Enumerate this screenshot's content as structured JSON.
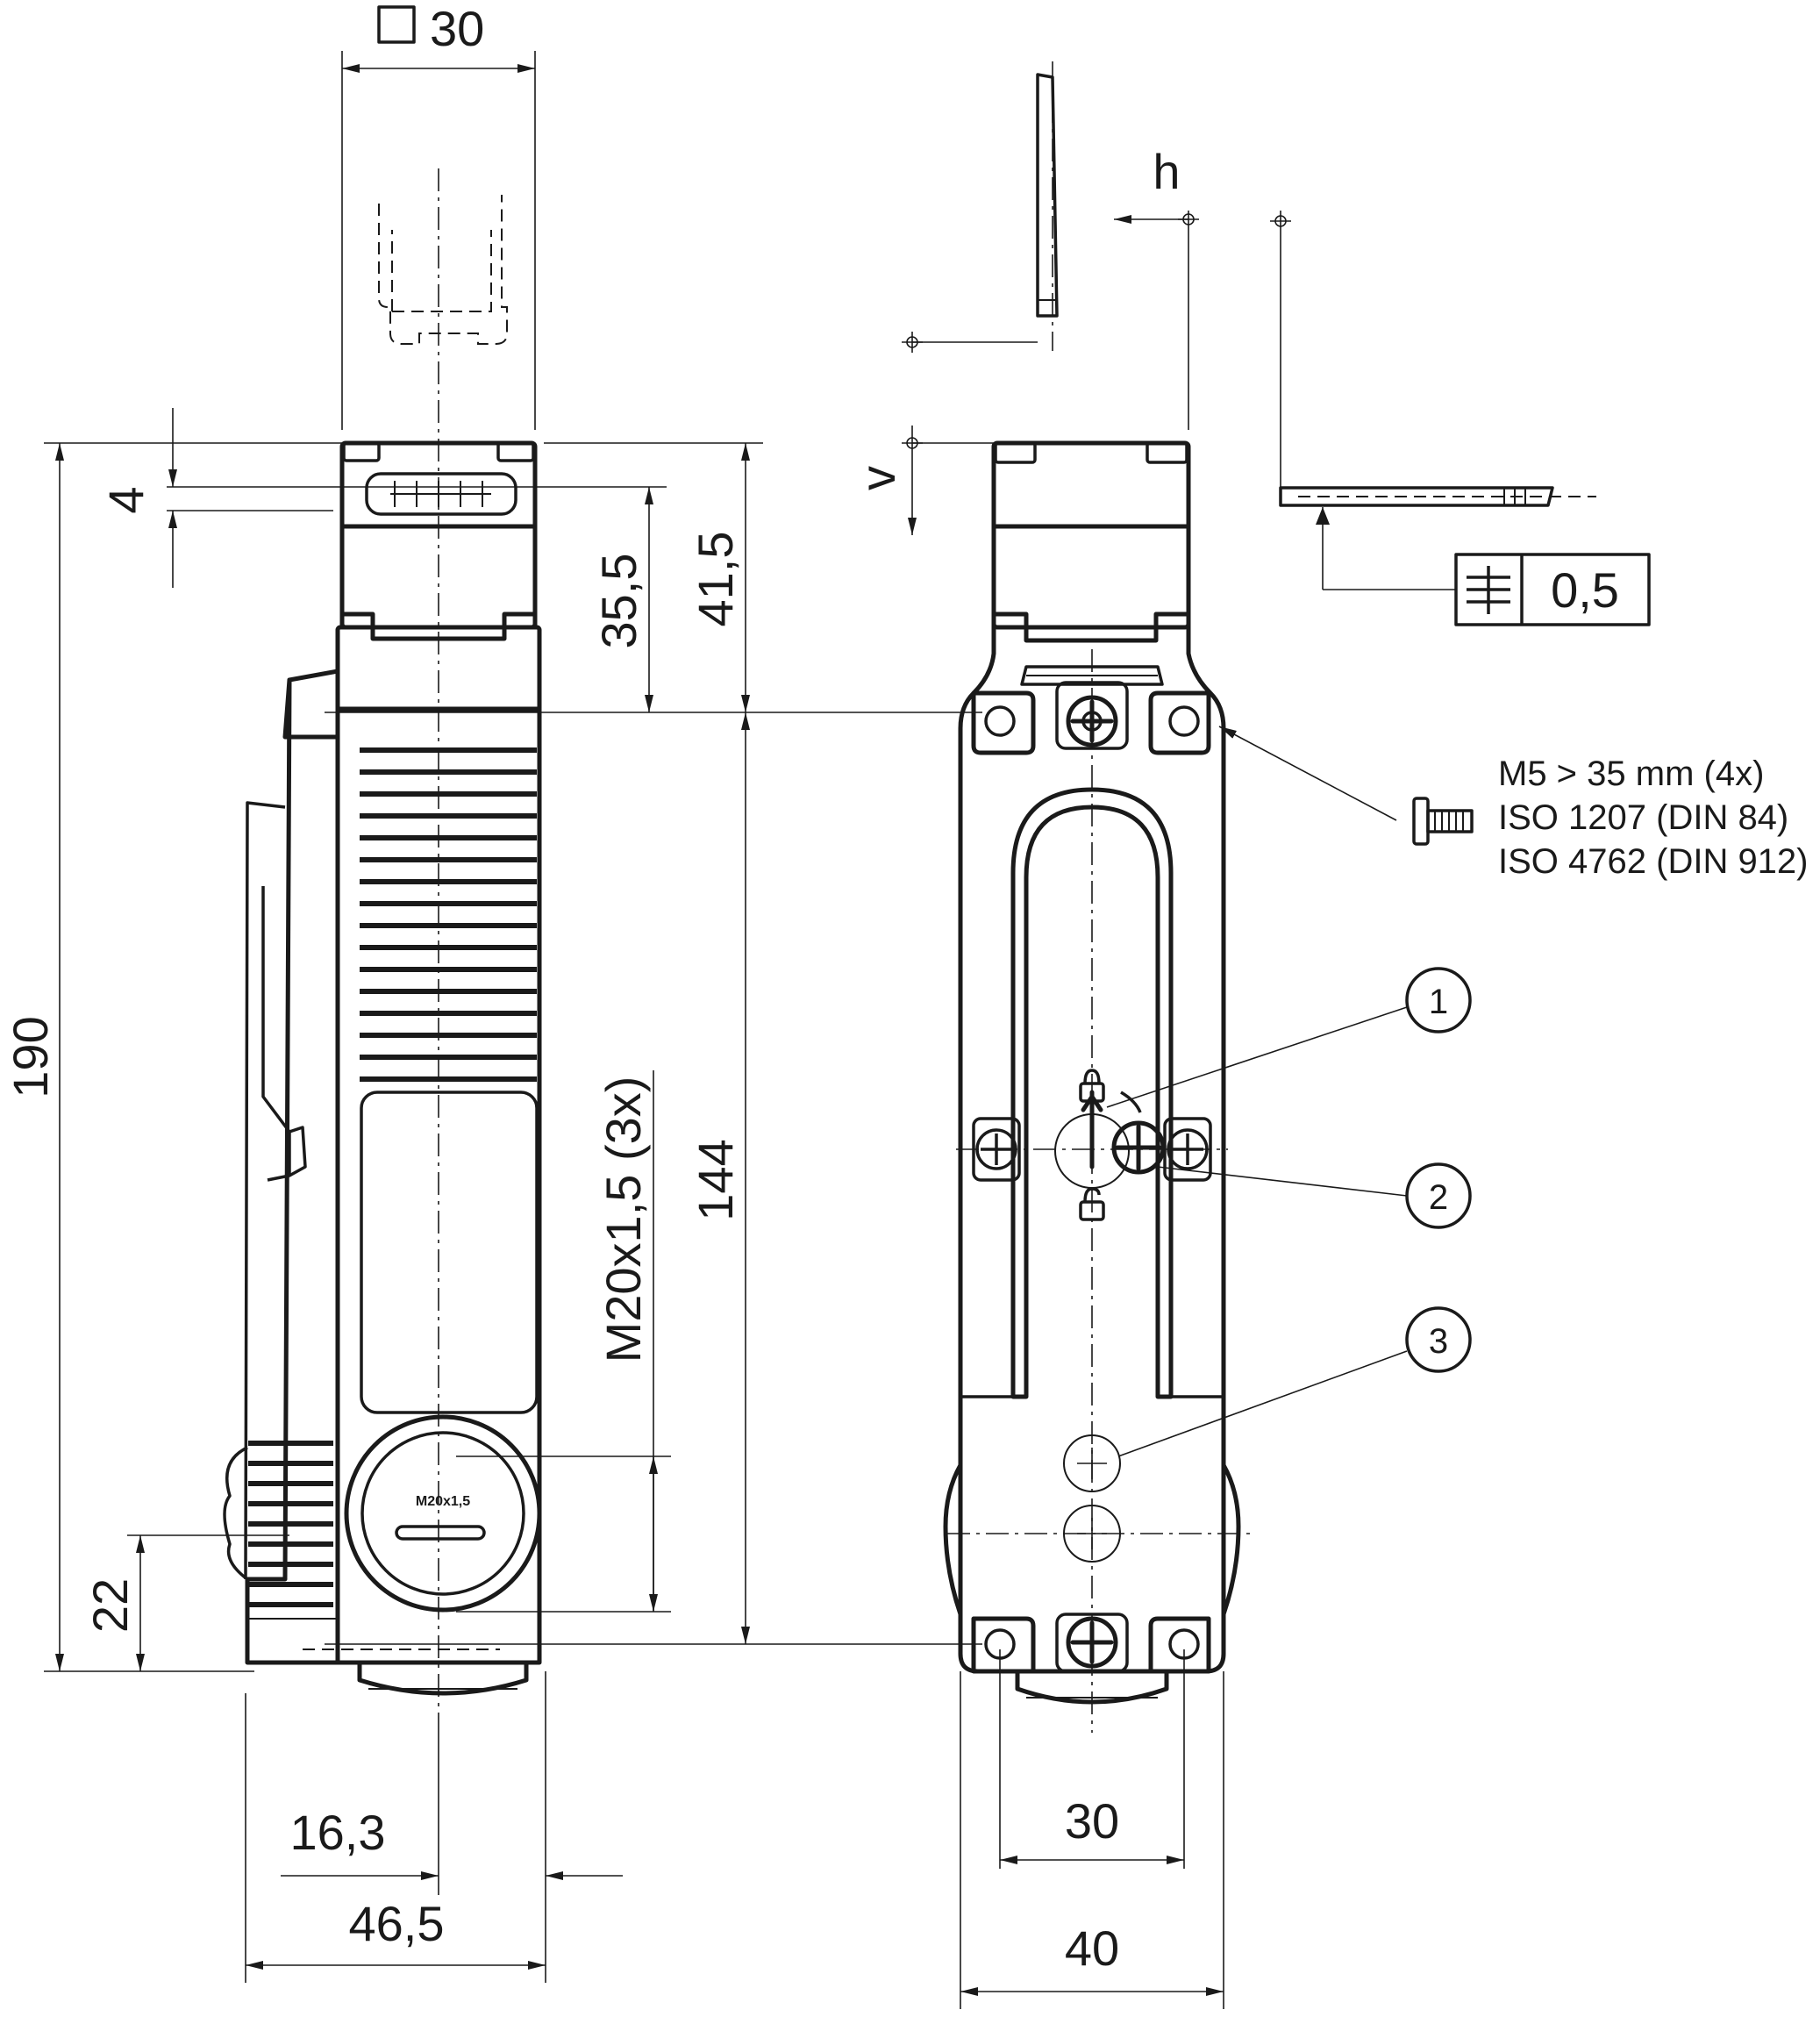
{
  "dimensions": {
    "top_width": "30",
    "height_4": "4",
    "height_35_5": "35,5",
    "height_41_5": "41,5",
    "height_190": "190",
    "height_144": "144",
    "thread_label": "M20x1,5 (3x)",
    "height_22": "22",
    "width_16_3": "16,3",
    "width_46_5": "46,5",
    "width_30_bottom": "30",
    "width_40": "40"
  },
  "tolerance": {
    "h_label": "h",
    "v_label": "v",
    "flatness_value": "0,5"
  },
  "screw_note": {
    "line1": "M5 > 35 mm (4x)",
    "line2": "ISO 1207 (DIN 84)",
    "line3": "ISO 4762 (DIN 912)"
  },
  "callouts": [
    "1",
    "2",
    "3"
  ],
  "cap_label": "M20x1,5",
  "icons": [
    "square-symbol-icon",
    "flatness-symbol-icon",
    "screw-icon",
    "lock-closed-icon",
    "lock-open-icon"
  ]
}
